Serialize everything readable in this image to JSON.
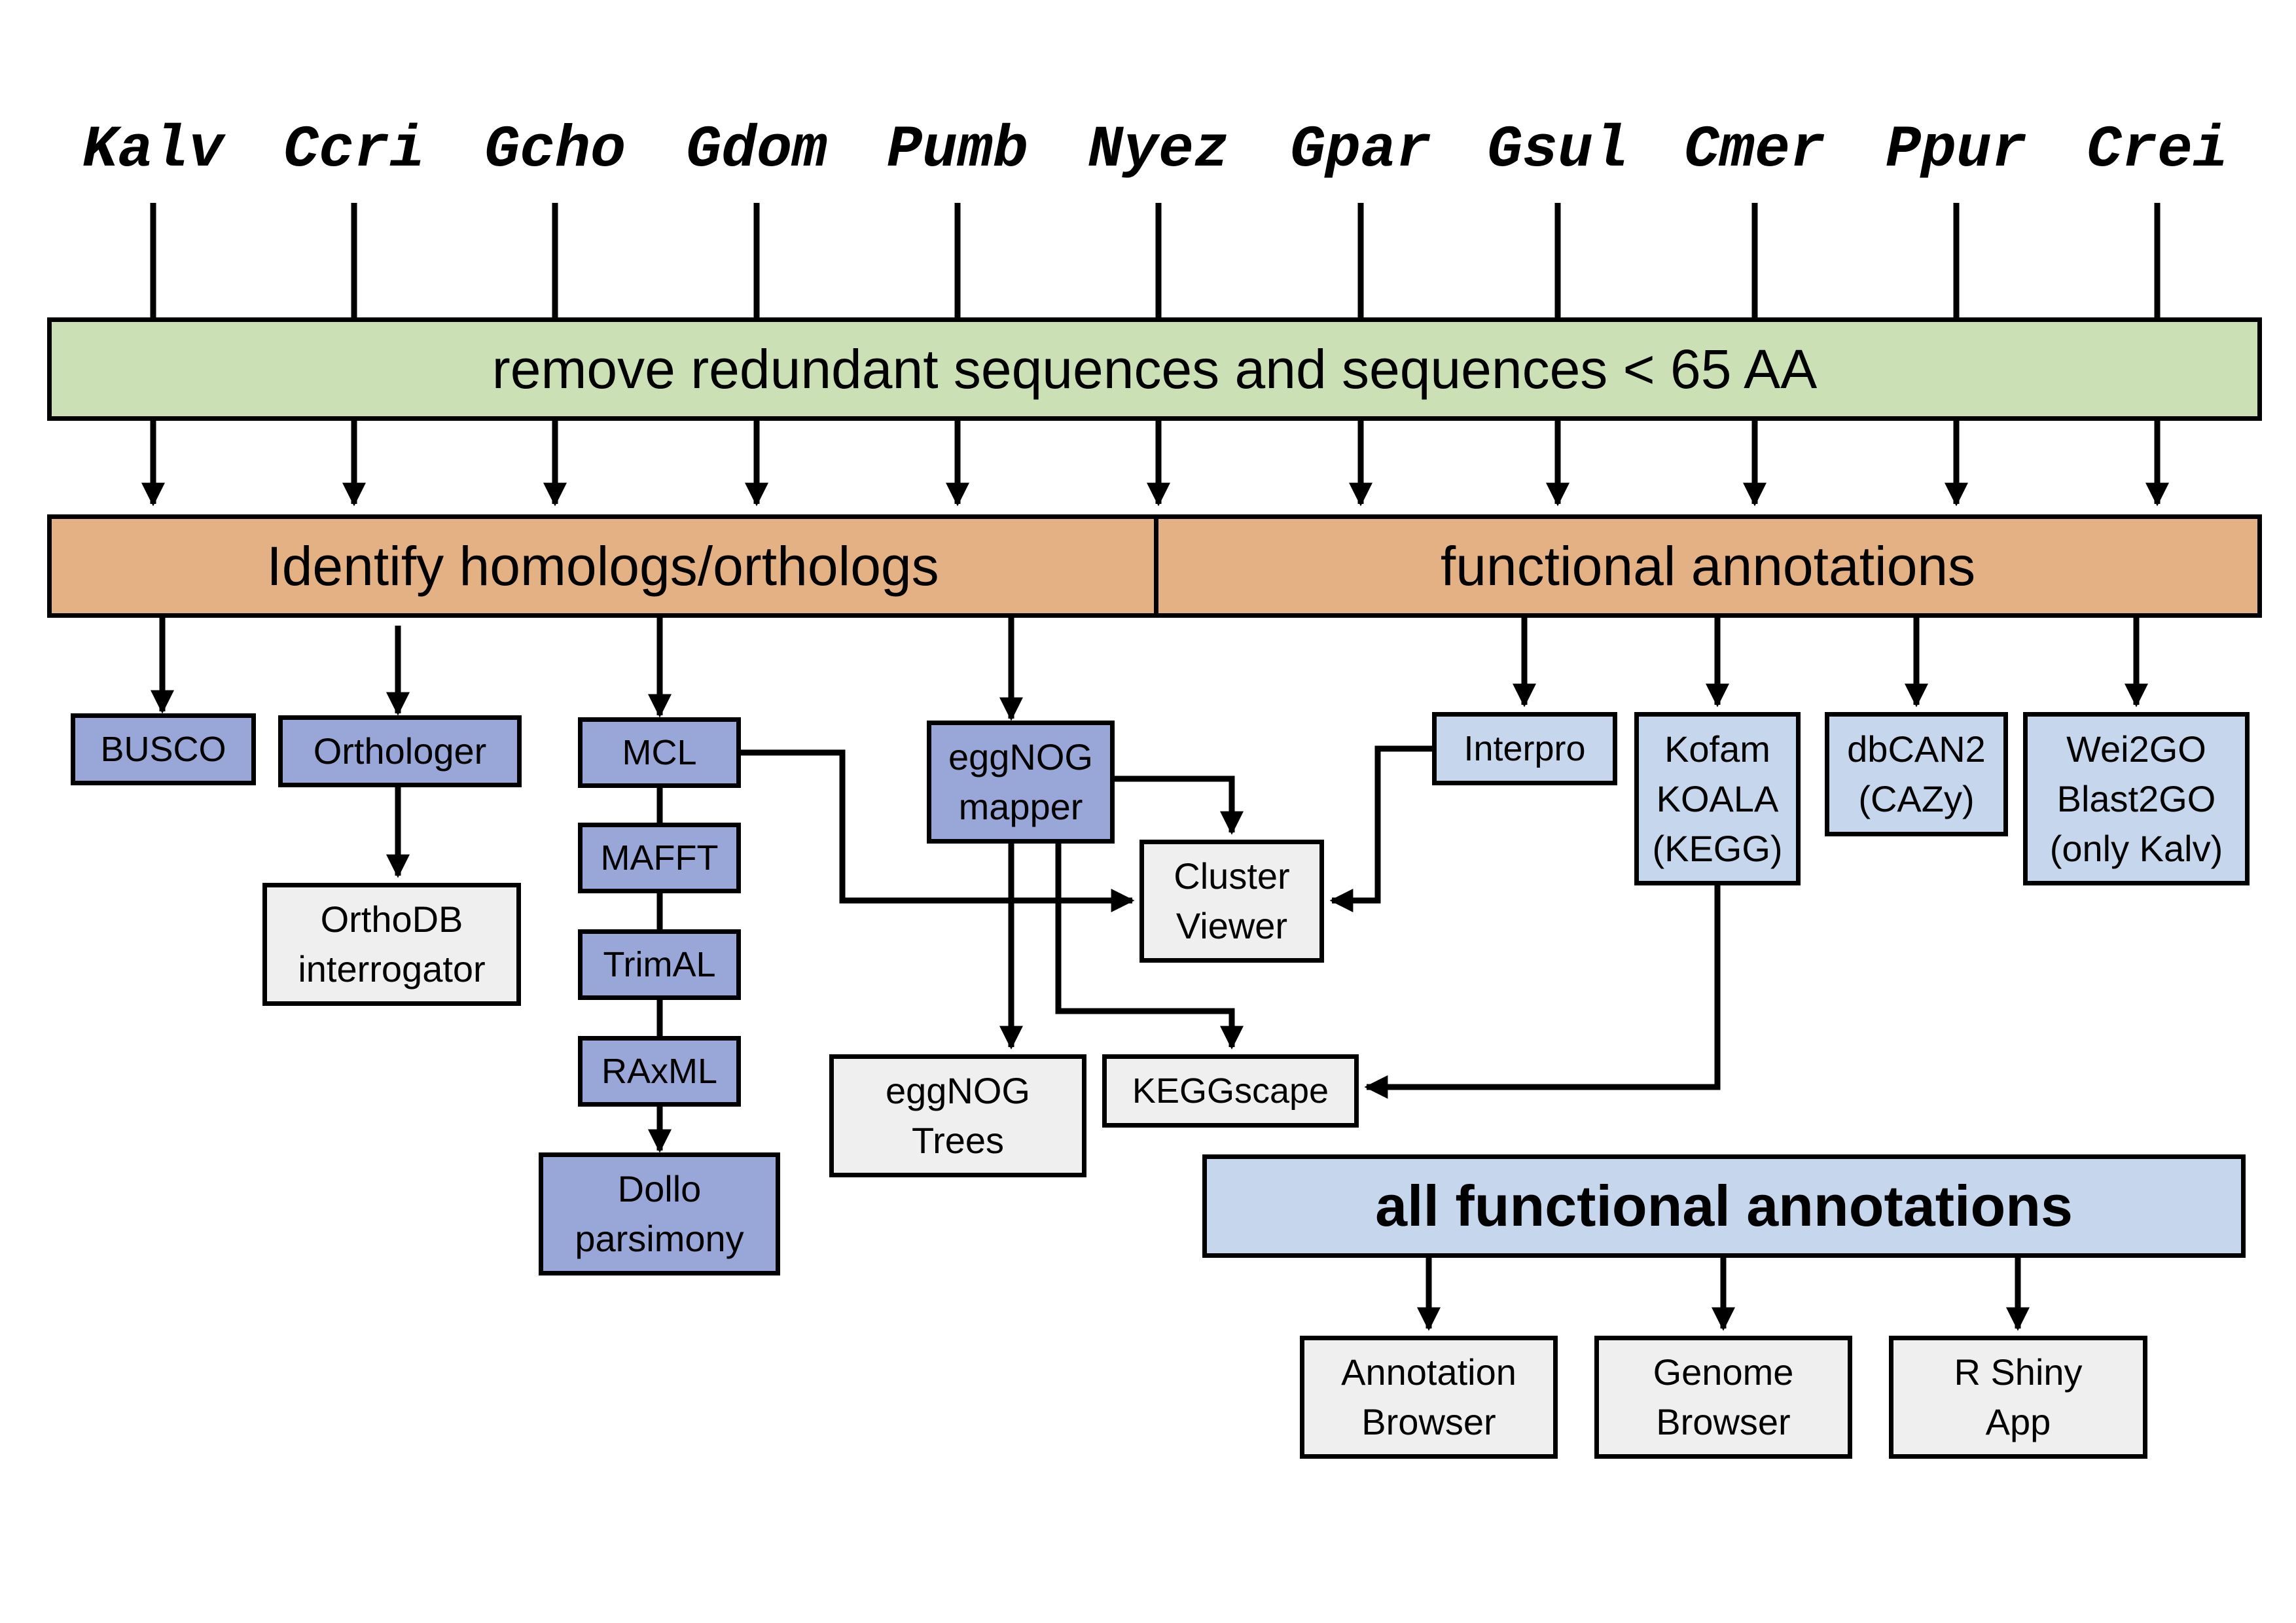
{
  "species": [
    "Kalv",
    "Ccri",
    "Gcho",
    "Gdom",
    "Pumb",
    "Nyez",
    "Gpar",
    "Gsul",
    "Cmer",
    "Ppur",
    "Crei"
  ],
  "steps": {
    "filter": "remove redundant sequences and sequences < 65 AA",
    "homologs": "Identify homologs/orthologs",
    "functional": "functional annotations"
  },
  "homology_tools": {
    "busco": "BUSCO",
    "orthologer": "Orthologer",
    "orthodb": "OrthoDB\ninterrogator",
    "mcl": "MCL",
    "mafft": "MAFFT",
    "trimal": "TrimAL",
    "raxml": "RAxML",
    "dollo": "Dollo\nparsimony",
    "eggnog_mapper": "eggNOG\nmapper",
    "eggnog_trees": "eggNOG\nTrees"
  },
  "viewers": {
    "cluster_viewer": "Cluster\nViewer",
    "keggscape": "KEGGscape"
  },
  "annotation_tools": {
    "interpro": "Interpro",
    "kofam": "Kofam\nKOALA\n(KEGG)",
    "dbcan": "dbCAN2\n(CAZy)",
    "wei2go": "Wei2GO\nBlast2GO\n(only Kalv)"
  },
  "outputs": {
    "all_annotations": "all functional annotations",
    "annotation_browser": "Annotation\nBrowser",
    "genome_browser": "Genome\nBrowser",
    "shiny_app": "R Shiny\nApp"
  },
  "colors": {
    "filter": "#cce0b6",
    "identify": "#e4b184",
    "tool": "#98a7d7",
    "annotation": "#c5d6ed",
    "viewer": "#efefef",
    "line": "#000000"
  }
}
